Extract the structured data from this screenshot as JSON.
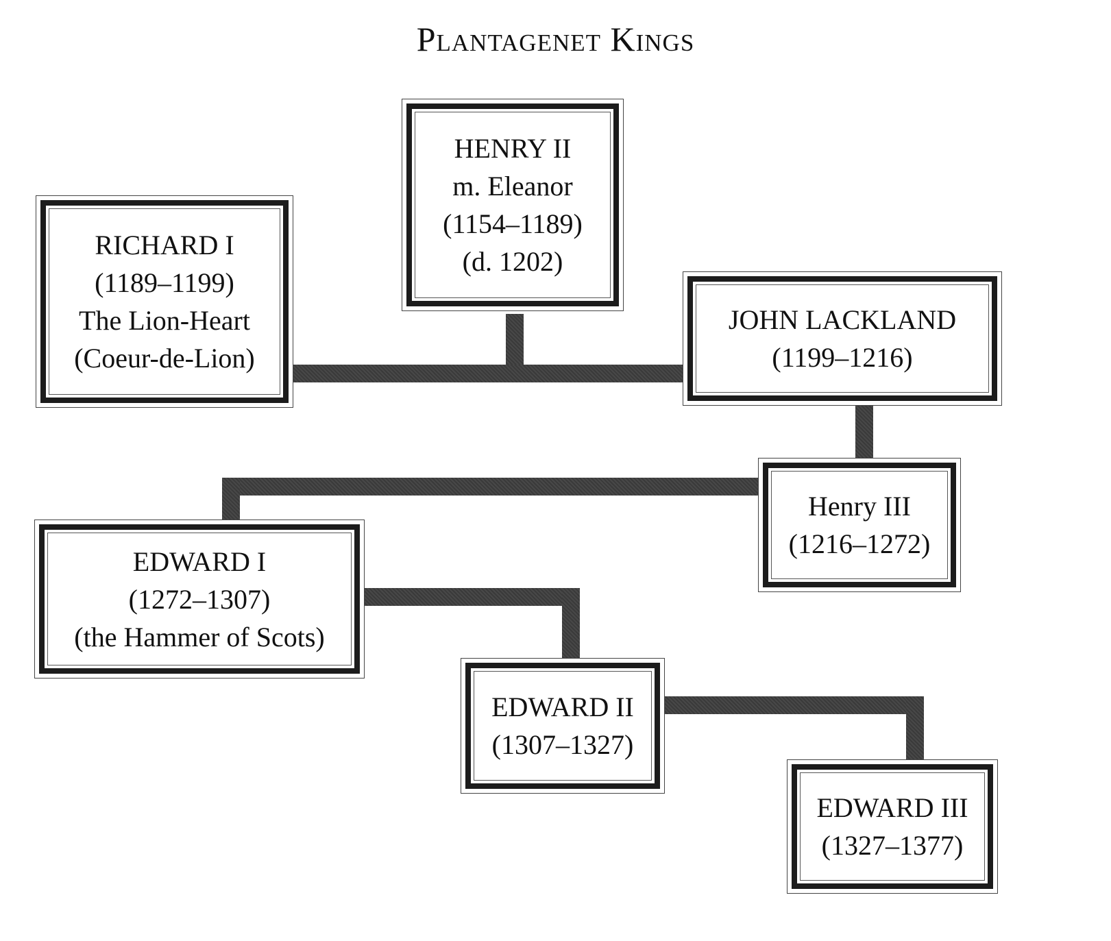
{
  "title": "Plantagenet Kings",
  "nodes": {
    "henry_ii": {
      "lines": [
        "HENRY II",
        "m. Eleanor",
        "(1154–1189)",
        "(d. 1202)"
      ]
    },
    "richard_i": {
      "lines": [
        "RICHARD I",
        "(1189–1199)",
        "The Lion-Heart",
        "(Coeur-de-Lion)"
      ]
    },
    "john_lackland": {
      "lines": [
        "JOHN LACKLAND",
        "(1199–1216)"
      ]
    },
    "henry_iii": {
      "lines": [
        "Henry III",
        "(1216–1272)"
      ]
    },
    "edward_i": {
      "lines": [
        "EDWARD I",
        "(1272–1307)",
        "(the Hammer of Scots)"
      ]
    },
    "edward_ii": {
      "lines": [
        "EDWARD II",
        "(1307–1327)"
      ]
    },
    "edward_iii": {
      "lines": [
        "EDWARD III",
        "(1327–1377)"
      ]
    }
  },
  "colors": {
    "connector": "#3d3d3d",
    "frame": "#1c1c1c"
  }
}
